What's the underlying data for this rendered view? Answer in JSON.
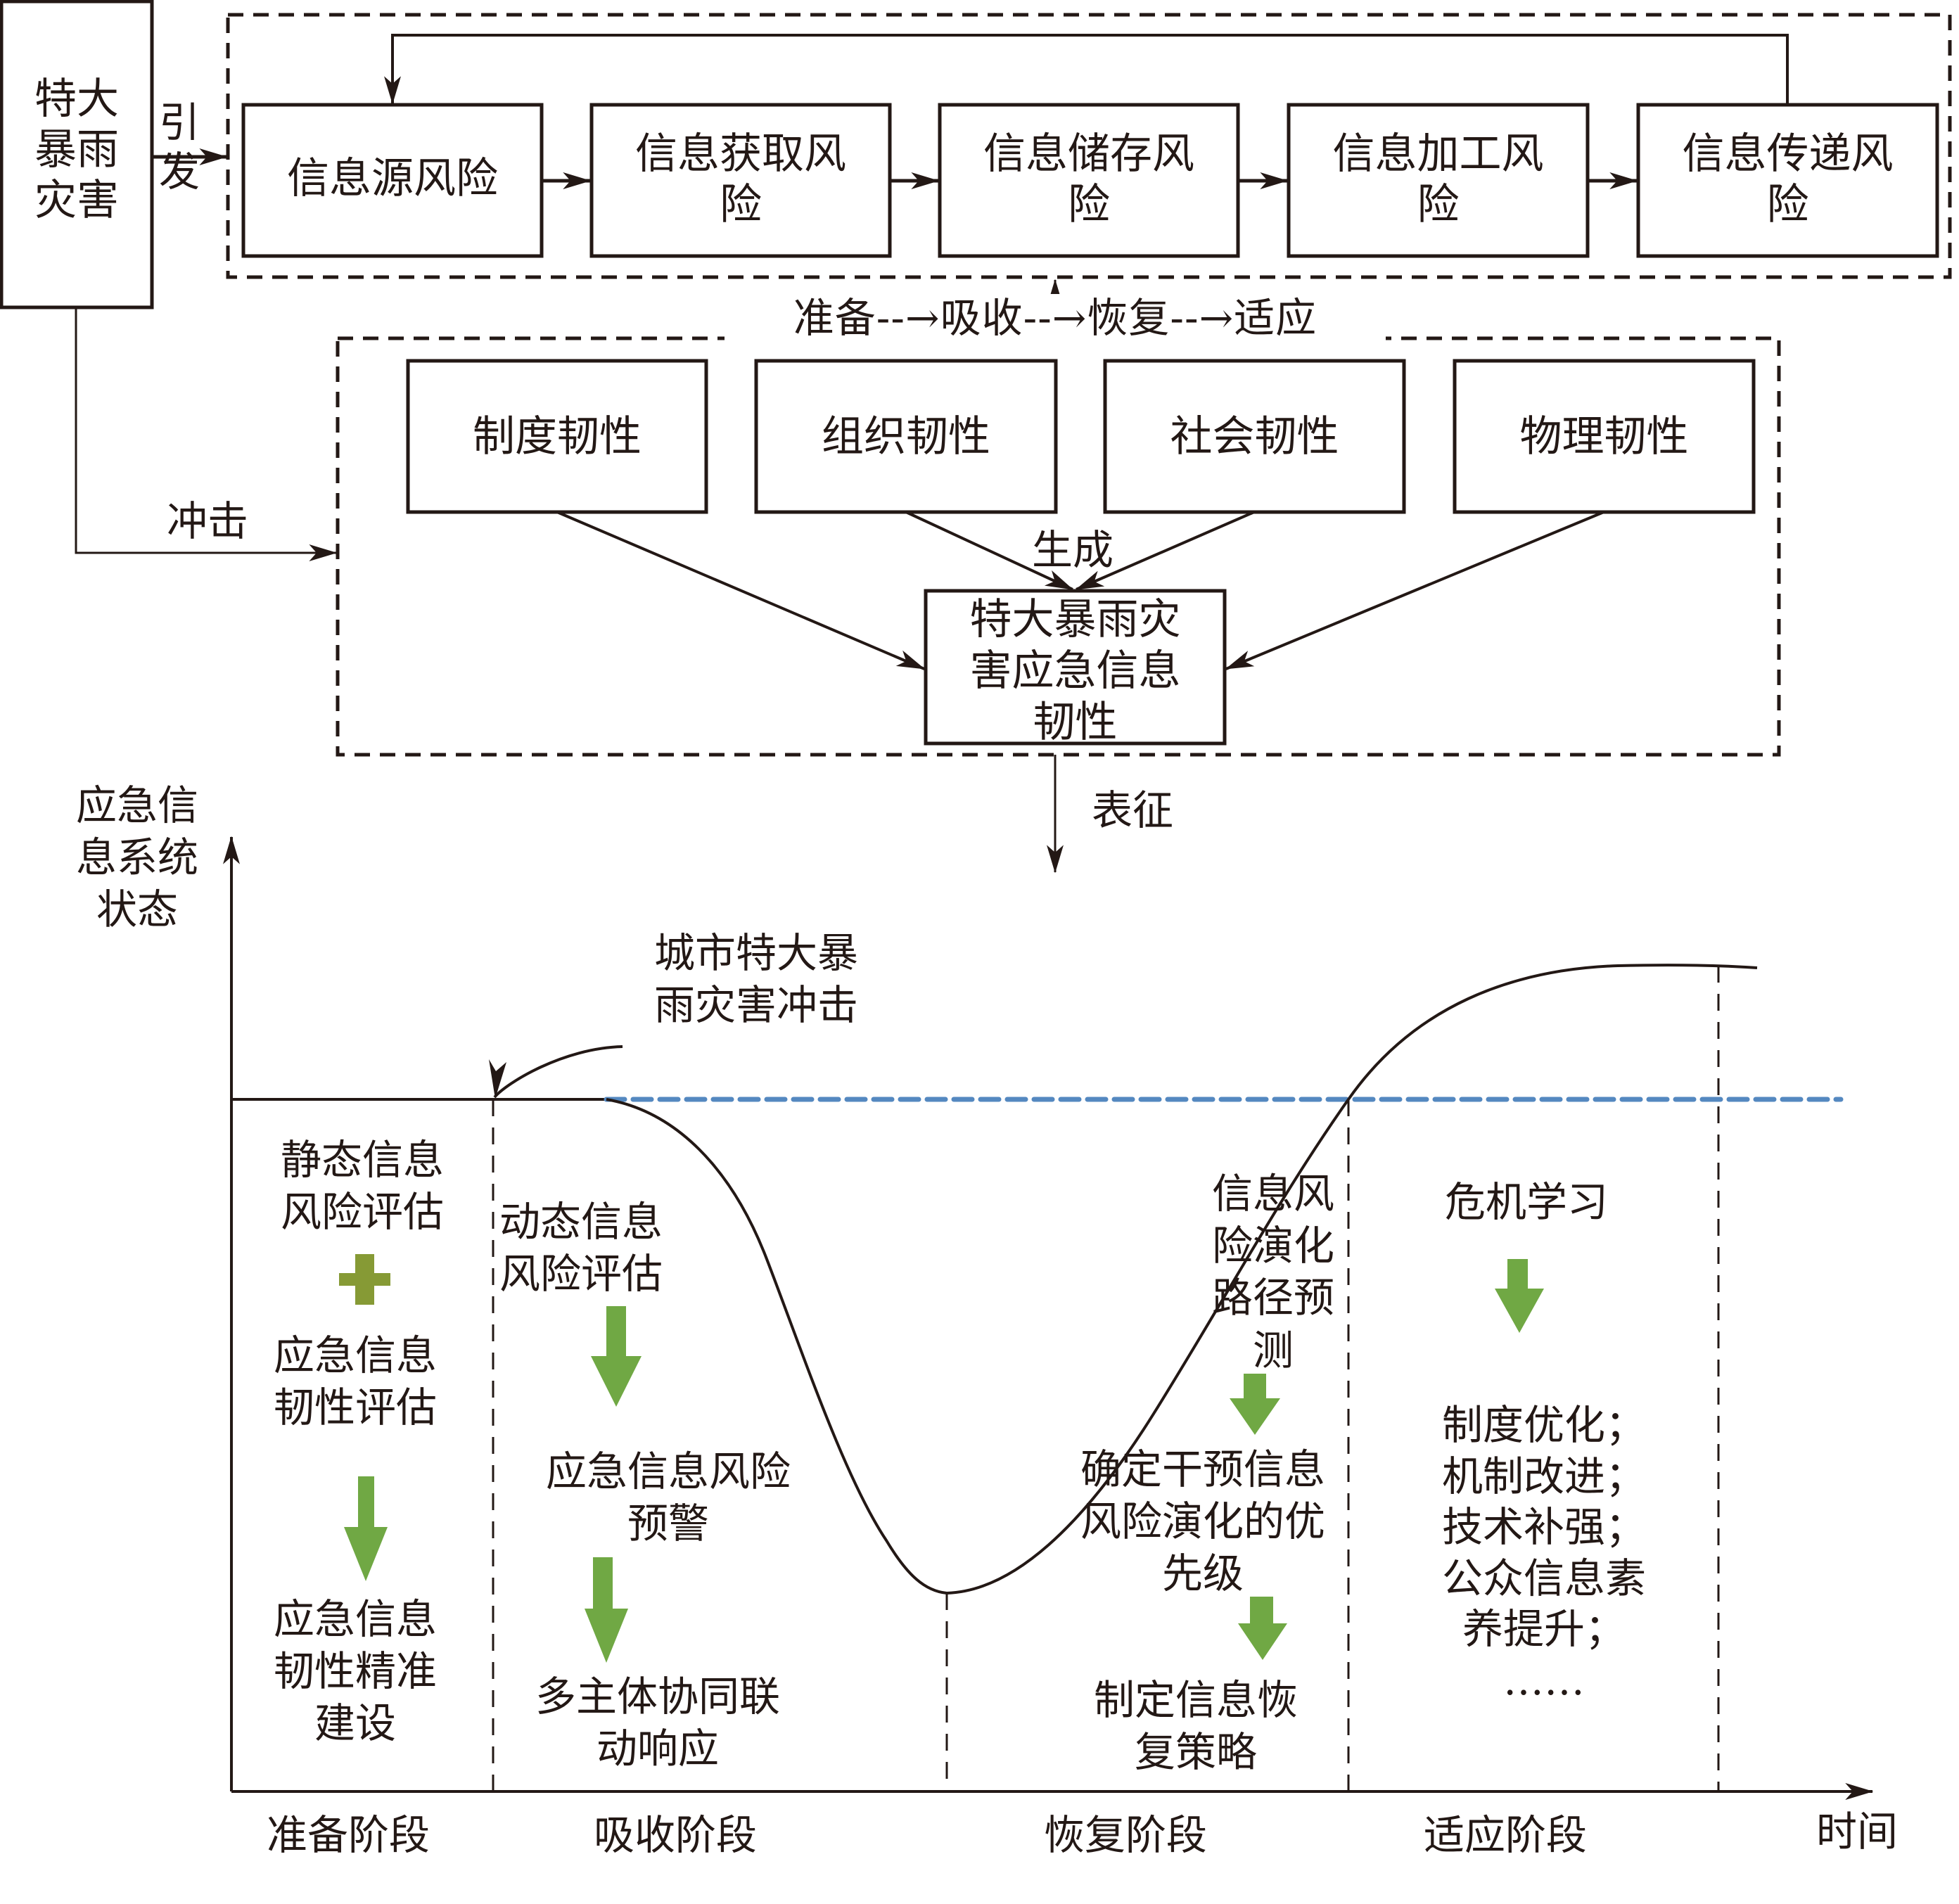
{
  "trigger_box": {
    "label": "特大\n暴雨\n灾害"
  },
  "edge_labels": {
    "trigger": "引\n发",
    "impact": "冲击",
    "generate": "生成",
    "characterize": "表征"
  },
  "phase_flow_label": "准备--→吸收--→恢复--→适应",
  "risk_chain": [
    {
      "label": "信息源风险"
    },
    {
      "label": "信息获取风\n险"
    },
    {
      "label": "信息储存风\n险"
    },
    {
      "label": "信息加工风\n险"
    },
    {
      "label": "信息传递风\n险"
    }
  ],
  "resilience_dimensions": [
    {
      "label": "制度韧性"
    },
    {
      "label": "组织韧性"
    },
    {
      "label": "社会韧性"
    },
    {
      "label": "物理韧性"
    }
  ],
  "core_box": {
    "label": "特大暴雨灾\n害应急信息\n韧性"
  },
  "curve_chart": {
    "y_axis_label": "应急信\n息系统\n状态",
    "x_axis_label": "时间",
    "shock_annotation": "城市特大暴\n雨灾害冲击",
    "stages": [
      {
        "name": "准备阶段",
        "steps": [
          "静态信息\n风险评估",
          "应急信息\n韧性评估",
          "应急信息\n韧性精准\n建设"
        ],
        "connectors": [
          "plus",
          "arrow-down"
        ]
      },
      {
        "name": "吸收阶段",
        "steps": [
          "动态信息\n风险评估",
          "应急信息风险\n预警",
          "多主体协同联\n动响应"
        ],
        "connectors": [
          "arrow-down",
          "arrow-down"
        ]
      },
      {
        "name": "恢复阶段",
        "steps": [
          "信息风\n险演化\n路径预\n测",
          "确定干预信息\n风险演化的优\n先级",
          "制定信息恢\n复策略"
        ],
        "connectors": [
          "arrow-down",
          "arrow-down"
        ]
      },
      {
        "name": "适应阶段",
        "steps": [
          "危机学习",
          "制度优化；\n机制改进；\n技术补强；\n公众信息素\n养提升；\n……"
        ],
        "connectors": [
          "arrow-down"
        ]
      }
    ]
  },
  "colors": {
    "ink": "#231815",
    "baseline_dashed": "#5488c0",
    "arrow_green": "#70a844",
    "plus_olive": "#869a35"
  }
}
